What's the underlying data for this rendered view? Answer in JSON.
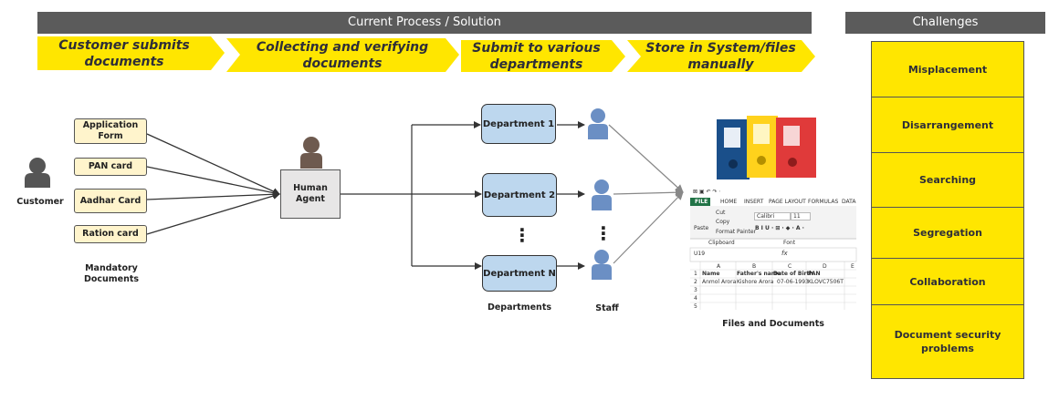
{
  "header": {
    "title": "Current Process / Solution",
    "challenges_title": "Challenges"
  },
  "steps": [
    "Customer submits documents",
    "Collecting and verifying documents",
    "Submit to various departments",
    "Store in System/files manually"
  ],
  "customer": {
    "label": "Customer"
  },
  "documents": {
    "items": [
      "Application Form",
      "PAN card",
      "Aadhar Card",
      "Ration card"
    ],
    "caption": "Mandatory Documents"
  },
  "agent": {
    "label": "Human Agent"
  },
  "departments": {
    "items": [
      "Department 1",
      "Department 2",
      "Department N"
    ],
    "ellipsis": "⋮",
    "caption": "Departments"
  },
  "staff": {
    "caption": "Staff",
    "ellipsis": "⋮"
  },
  "files": {
    "caption": "Files and Documents",
    "excel": {
      "tabs": [
        "FILE",
        "HOME",
        "INSERT",
        "PAGE LAYOUT",
        "FORMULAS",
        "DATA"
      ],
      "clipboard": [
        "Cut",
        "Copy",
        "Format Painter"
      ],
      "paste": "Paste",
      "font": "Calibri",
      "font_size": "11",
      "group_clipboard": "Clipboard",
      "group_font": "Font",
      "cell_ref": "U19",
      "fx": "fx",
      "columns": [
        "A",
        "B",
        "C",
        "D",
        "E"
      ],
      "rows": [
        [
          "1",
          "Name",
          "Father's name",
          "Date of Birth",
          "PAN"
        ],
        [
          "2",
          "Anmol Arora",
          "Kishore Arora",
          "07-06-1993",
          "KLOVC7506T"
        ],
        [
          "3",
          "",
          "",
          "",
          ""
        ],
        [
          "4",
          "",
          "",
          "",
          ""
        ],
        [
          "5",
          "",
          "",
          "",
          ""
        ]
      ]
    }
  },
  "challenges": [
    "Misplacement",
    "Disarrangement",
    "Searching",
    "Segregation",
    "Collaboration",
    "Document security problems"
  ],
  "colors": {
    "accent_yellow": "#ffe600",
    "header_gray": "#5b5b5b",
    "dept_blue": "#bdd7ee",
    "doc_cream": "#fff4cc",
    "person_blue": "#6b8fc4",
    "person_brown": "#6e5a4f"
  }
}
